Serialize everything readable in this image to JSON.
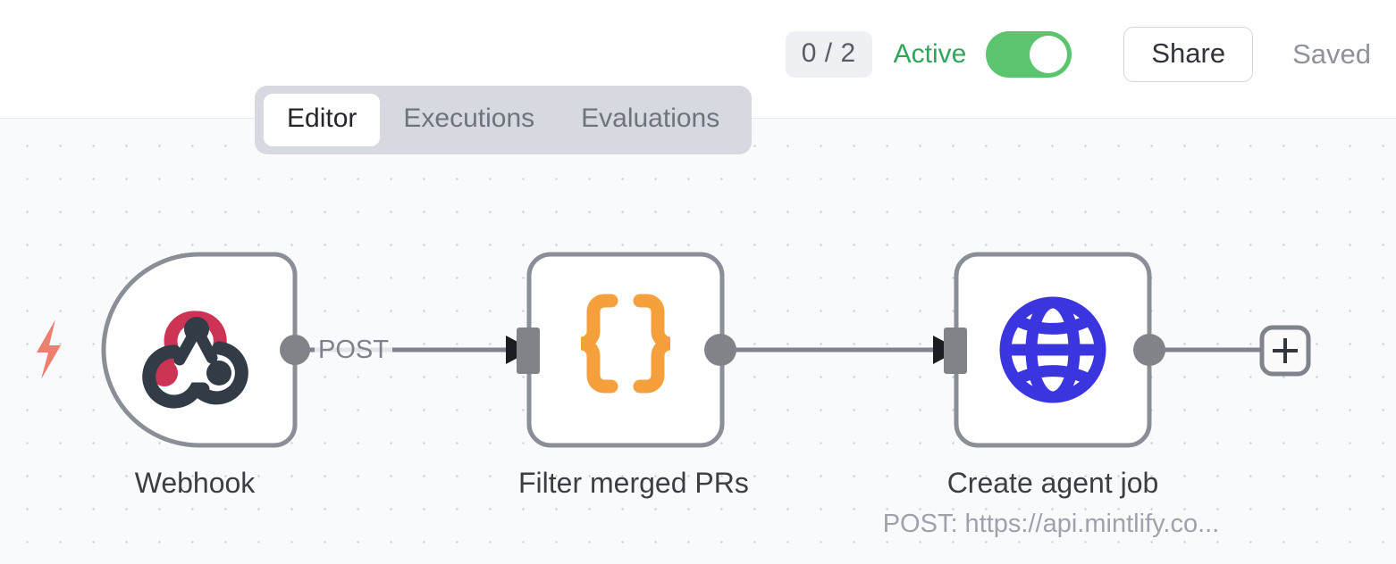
{
  "header": {
    "executions_badge": "0 / 2",
    "active_label": "Active",
    "toggle_state": "on",
    "share_label": "Share",
    "saved_label": "Saved",
    "active_color": "#2fa65a",
    "toggle_on_color": "#5bc46f"
  },
  "tabs": [
    {
      "label": "Editor",
      "active": true
    },
    {
      "label": "Executions",
      "active": false
    },
    {
      "label": "Evaluations",
      "active": false
    }
  ],
  "canvas": {
    "background": "#f9fafc",
    "dot_color": "#c3c7d0",
    "trigger_icon": "lightning-bolt-icon",
    "trigger_icon_color": "#ec7f6e",
    "add_node_label": "+"
  },
  "nodes": [
    {
      "id": "webhook",
      "label": "Webhook",
      "subtitle": "",
      "icon": "webhook-icon",
      "icon_colors": [
        "#cd3355",
        "#313c47"
      ],
      "shape": "trigger",
      "has_input": false,
      "has_output": true
    },
    {
      "id": "filter-merged-prs",
      "label": "Filter merged PRs",
      "subtitle": "",
      "icon": "code-braces-icon",
      "icon_colors": [
        "#f5a03c"
      ],
      "shape": "rounded-square",
      "has_input": true,
      "has_output": true
    },
    {
      "id": "create-agent-job",
      "label": "Create agent job",
      "subtitle": "POST: https://api.mintlify.co...",
      "icon": "globe-icon",
      "icon_colors": [
        "#3b35e0"
      ],
      "shape": "rounded-square",
      "has_input": true,
      "has_output": true
    }
  ],
  "connections": [
    {
      "from": "webhook",
      "to": "filter-merged-prs",
      "label": "POST"
    },
    {
      "from": "filter-merged-prs",
      "to": "create-agent-job",
      "label": ""
    },
    {
      "from": "create-agent-job",
      "to": "add-node-button",
      "label": ""
    }
  ]
}
